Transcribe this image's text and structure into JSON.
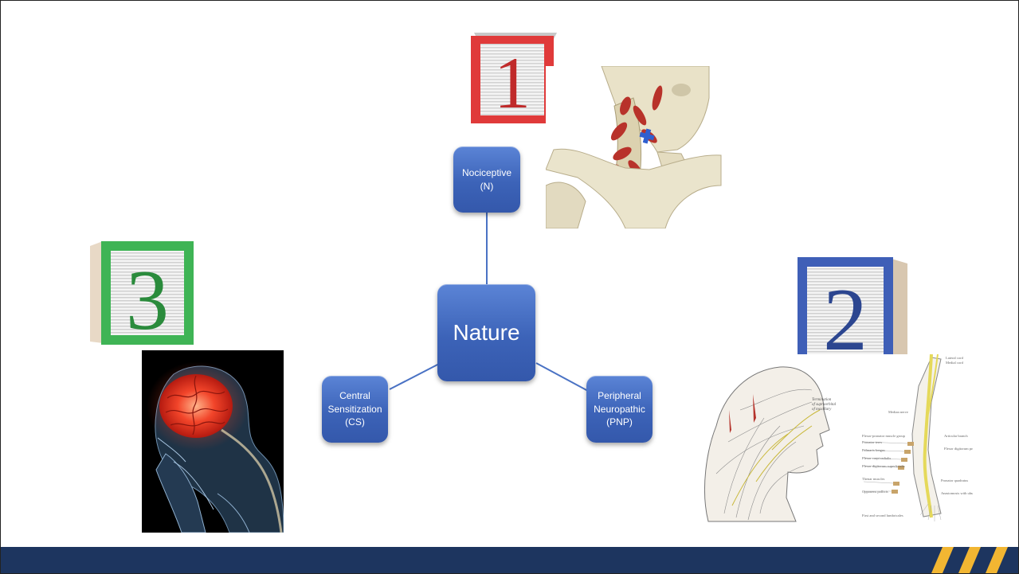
{
  "diagram": {
    "center": "Nature",
    "nodes": [
      {
        "id": "n",
        "label": "Nociceptive\n(N)"
      },
      {
        "id": "pnp",
        "label": "Peripheral\nNeuropathic\n(PNP)"
      },
      {
        "id": "cs",
        "label": "Central\nSensitization\n(CS)"
      }
    ]
  },
  "blocks": [
    {
      "number": "1",
      "color": "#e03a3a",
      "dark": "#b82626"
    },
    {
      "number": "2",
      "color": "#3f5fb7",
      "dark": "#2c4690"
    },
    {
      "number": "3",
      "color": "#3fb455",
      "dark": "#2a8b3c"
    }
  ],
  "images": {
    "neck": "neck-anatomy-illustration",
    "nerves": "cranial-and-arm-nerve-illustration",
    "brain": "glowing-brain-headache-illustration"
  },
  "footer": {
    "bar_color": "#1d355f",
    "stripe_color": "#f2b632"
  }
}
